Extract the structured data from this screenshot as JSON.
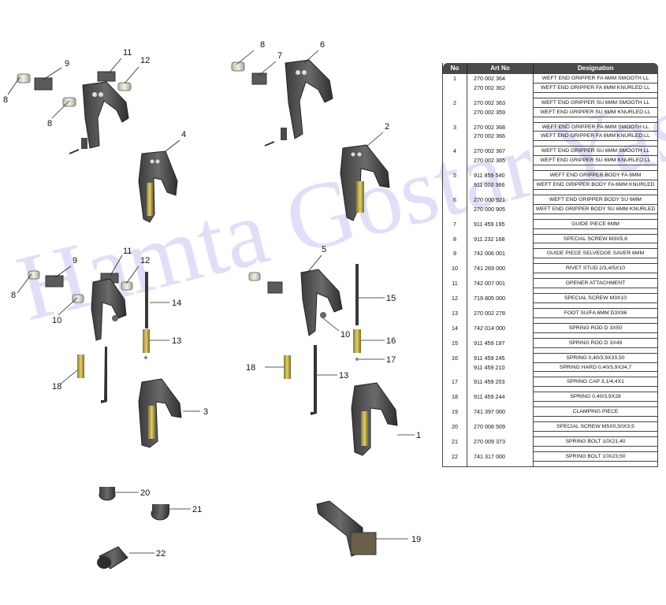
{
  "watermark": "Hamta Gostar Yas",
  "callouts": [
    "1",
    "2",
    "3",
    "4",
    "5",
    "6",
    "7",
    "8",
    "8",
    "8",
    "8",
    "9",
    "9",
    "10",
    "10",
    "11",
    "11",
    "12",
    "12",
    "13",
    "13",
    "14",
    "15",
    "16",
    "17",
    "18",
    "18",
    "19",
    "20",
    "21",
    "22"
  ],
  "table": {
    "headers": {
      "no": "No",
      "art_no": "Art No",
      "designation": "Designation"
    },
    "groups": [
      {
        "no": "1",
        "rows": [
          {
            "art": "270 002 364",
            "des": "WEFT END GRIPPER FA 6MM SMOOTH LL"
          },
          {
            "art": "270 002 362",
            "des": "WEFT END GRIPPER FA 6MM KNURLED LL"
          }
        ]
      },
      {
        "no": "2",
        "rows": [
          {
            "art": "270 002 363",
            "des": "WEFT END GRIPPER SU 6MM SMOOTH LL"
          },
          {
            "art": "270 002 359",
            "des": "WEFT END GRIPPER  SU 6MM KNURLED LL"
          }
        ]
      },
      {
        "no": "3",
        "rows": [
          {
            "art": "270 002 368",
            "des": "WEFT END GRIPPER FA 6MM SMOOTH LL"
          },
          {
            "art": "270 002 366",
            "des": "WEFT END GRIPPER FA 6MM KNURLED LL"
          }
        ]
      },
      {
        "no": "4",
        "rows": [
          {
            "art": "270 002 367",
            "des": "WEFT END GRIPPER SU 6MM SMOOTH LL"
          },
          {
            "art": "270 002 365",
            "des": "WEFT END GRIPPER SU 6MM KNURLED LL"
          }
        ]
      },
      {
        "no": "5",
        "rows": [
          {
            "art": "911 859 540",
            "des": "WEFT END GRIPPER BODY FA 6MM"
          },
          {
            "art": "911 000 366",
            "des": "WEFT END GRIPPER BODY  FA 6MM KNURLED"
          }
        ]
      },
      {
        "no": "6",
        "rows": [
          {
            "art": "270 000 921",
            "des": "WEFT END GRIPPER BODY SU 6MM"
          },
          {
            "art": "270 000 905",
            "des": "WEFT END GRIPPER BODY SU 6MM KNURLED"
          }
        ]
      },
      {
        "no": "7",
        "rows": [
          {
            "art": "911 459 195",
            "des": "GUIDE PIECE 6MM"
          }
        ]
      },
      {
        "no": "8",
        "rows": [
          {
            "art": "911 232 168",
            "des": "SPECIAL SCREW M3X5,6"
          }
        ]
      },
      {
        "no": "9",
        "rows": [
          {
            "art": "742 006 001",
            "des": "GUIDE PIECE SELVEDGE SAVER 6MM"
          }
        ]
      },
      {
        "no": "10",
        "rows": [
          {
            "art": "741 269 000",
            "des": "RIVET STUD 2/3,4/5X10"
          }
        ]
      },
      {
        "no": "11",
        "rows": [
          {
            "art": "742 007 001",
            "des": "OPENER ATTACHMENT"
          }
        ]
      },
      {
        "no": "12",
        "rows": [
          {
            "art": "719 805 000",
            "des": "SPECIAL SCREW M3X10"
          }
        ]
      },
      {
        "no": "13",
        "rows": [
          {
            "art": "270 002 278",
            "des": "FOOT SU/FA 6MM D3X96"
          }
        ]
      },
      {
        "no": "14",
        "rows": [
          {
            "art": "742 014 000",
            "des": "SPRING ROD D 3X50"
          }
        ]
      },
      {
        "no": "15",
        "rows": [
          {
            "art": "911 459 197",
            "des": "SPRING ROD D 3X49"
          }
        ]
      },
      {
        "no": "16",
        "rows": [
          {
            "art": "911 459 245",
            "des": "SPRING 0,40/3,9X33,50"
          },
          {
            "art": "911 459 210",
            "des": "SPRING HARD 0,40/3,9X34,7"
          }
        ]
      },
      {
        "no": "17",
        "rows": [
          {
            "art": "911 459 203",
            "des": "SPRING CAP 3,1/4,4X1"
          }
        ]
      },
      {
        "no": "18",
        "rows": [
          {
            "art": "911 459 244",
            "des": "SPRING  0,40/3,9X28"
          }
        ]
      },
      {
        "no": "19",
        "rows": [
          {
            "art": "741 397 000",
            "des": "CLAMPING PIECE"
          }
        ]
      },
      {
        "no": "20",
        "rows": [
          {
            "art": "270 006 509",
            "des": "SPECIAL SCREW M5X0,50X3,5"
          }
        ]
      },
      {
        "no": "21",
        "rows": [
          {
            "art": "270 009 373",
            "des": "SPRING BOLT 10X21,40"
          }
        ]
      },
      {
        "no": "22",
        "rows": [
          {
            "art": "741 317 000",
            "des": "SPRING BOLT 10X23,50"
          }
        ]
      }
    ]
  }
}
